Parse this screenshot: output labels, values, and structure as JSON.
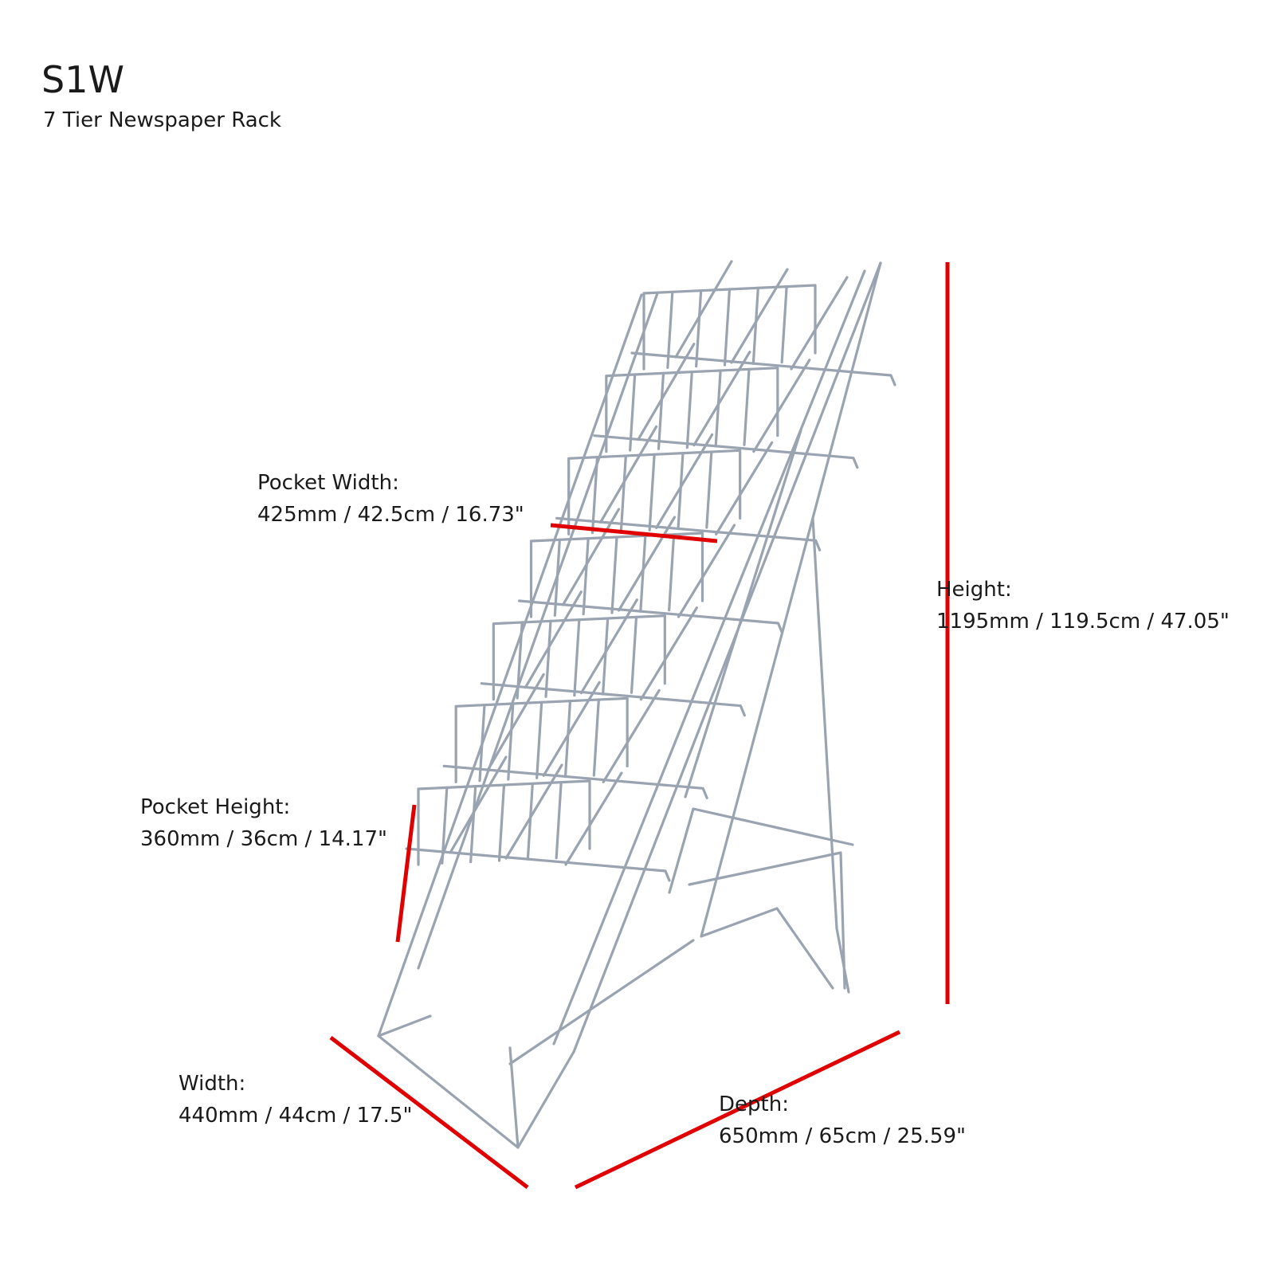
{
  "header": {
    "title": "S1W",
    "subtitle": "7 Tier Newspaper Rack"
  },
  "dimensions": {
    "pocket_width": {
      "label": "Pocket Width:",
      "value": "425mm / 42.5cm / 16.73\""
    },
    "pocket_height": {
      "label": "Pocket Height:",
      "value": "360mm / 36cm / 14.17\""
    },
    "height": {
      "label": "Height:",
      "value": "1195mm / 119.5cm / 47.05\""
    },
    "width": {
      "label": "Width:",
      "value": "440mm / 44cm / 17.5\""
    },
    "depth": {
      "label": "Depth:",
      "value": "650mm / 65cm / 25.59\""
    }
  },
  "colors": {
    "dimension_line": "#e00000",
    "wire": "#9aa3b0",
    "text": "#1a1a1a"
  },
  "product": {
    "tiers": 7,
    "image": "wire-newspaper-rack-illustration"
  }
}
